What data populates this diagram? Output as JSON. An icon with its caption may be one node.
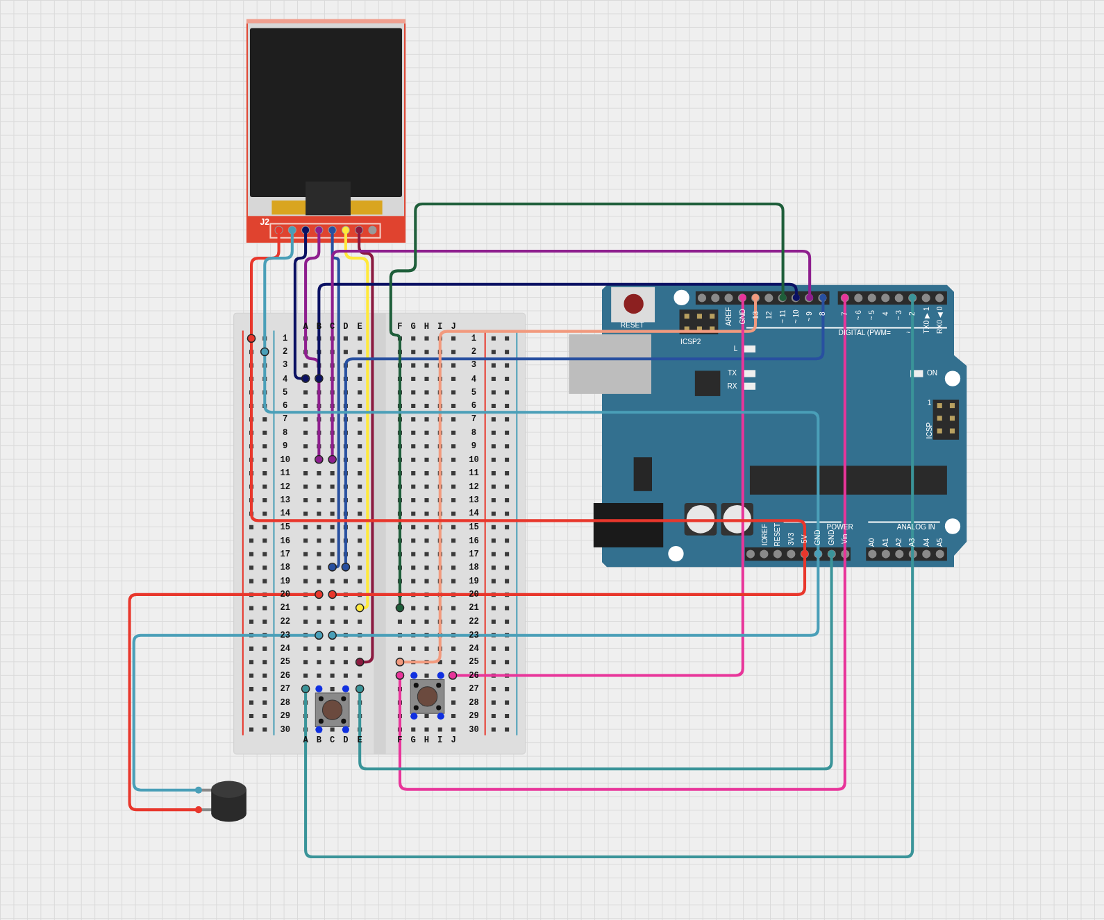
{
  "diagram": {
    "nodes": [
      {
        "text": [
          "J2"
        ]
      },
      {
        "text": [
          "A",
          "B",
          "C",
          "D",
          "E",
          "F",
          "G",
          "H",
          "I",
          "J",
          "1",
          "1",
          "2",
          "2",
          "3",
          "3",
          "4",
          "4",
          "5",
          "5",
          "6",
          "6",
          "7",
          "7",
          "8",
          "8",
          "9",
          "9",
          "10",
          "10",
          "11",
          "11",
          "12",
          "12",
          "13",
          "13",
          "14",
          "14",
          "15",
          "15",
          "16",
          "16",
          "17",
          "17",
          "18",
          "18",
          "19",
          "19",
          "20",
          "20",
          "21",
          "21",
          "22",
          "22",
          "23",
          "23",
          "24",
          "24",
          "25",
          "25",
          "26",
          "26",
          "27",
          "27",
          "28",
          "28",
          "29",
          "29",
          "30",
          "30",
          "A",
          "B",
          "C",
          "D",
          "E",
          "F",
          "G",
          "H",
          "I",
          "J"
        ]
      },
      {
        "text": [],
        "shape": "circle",
        "in": 1
      },
      {
        "text": [],
        "shape": "circle",
        "in": 1
      },
      {
        "text": [],
        "shape": "circle",
        "in": 1
      },
      {
        "text": [],
        "shape": "circle",
        "in": 1
      },
      {
        "text": [],
        "shape": "circle",
        "in": 1
      },
      {
        "text": [],
        "shape": "circle",
        "in": 1
      },
      {
        "text": [],
        "shape": "circle",
        "in": 1
      },
      {
        "text": [],
        "shape": "circle",
        "in": 1
      },
      {
        "text": [],
        "shape": "circle",
        "in": 1
      },
      {
        "text": [],
        "shape": "circle",
        "in": 1
      },
      {
        "text": [],
        "shape": "circle",
        "in": 1
      },
      {
        "text": [],
        "shape": "circle",
        "in": 1
      },
      {
        "text": [],
        "shape": "circle",
        "in": 1
      },
      {
        "text": [],
        "shape": "circle",
        "in": 1
      },
      {
        "text": [],
        "shape": "circle",
        "in": 1
      },
      {
        "text": [],
        "shape": "circle",
        "in": 1
      },
      {
        "text": [],
        "shape": "circle",
        "in": 1
      },
      {
        "text": [],
        "shape": "circle",
        "in": 1
      },
      {
        "text": [],
        "shape": "circle",
        "in": 1
      },
      {
        "text": [],
        "shape": "circle",
        "in": 1
      },
      {
        "text": [],
        "shape": "box",
        "in": 1
      },
      {
        "text": [],
        "shape": "box",
        "in": 1
      },
      {
        "text": [
          "RESET",
          "AREF",
          "GND",
          "13",
          "12",
          "~ 11",
          "~ 10",
          "~ 9",
          "8",
          "7",
          "~ 6",
          "~ 5",
          "4",
          "~ 3",
          "2",
          "TX0 ▶ 1",
          "RX0 ◀ 0",
          "DIGITAL (PWM=",
          "~",
          "ICSP2",
          "L",
          "TX",
          "RX",
          "ON",
          "1",
          "ICSP",
          "IOREF",
          "RESET",
          "3V3",
          "5V",
          "GND",
          "GND",
          "Vin",
          "POWER",
          "ANALOG IN",
          "A0",
          "A1",
          "A2",
          "A3",
          "A4",
          "A5"
        ]
      },
      {
        "text": [],
        "shape": "cylinder"
      }
    ],
    "edges": [
      {
        "from": 0,
        "to": 2,
        "arrow": "other",
        "color": "#e8372c"
      },
      {
        "from": 0,
        "to": 3,
        "arrow": "other",
        "color": "#4a9fb8"
      },
      {
        "from": 0,
        "to": 4,
        "arrow": "other",
        "color": "#0b1163"
      },
      {
        "from": 0,
        "to": 6,
        "arrow": "other",
        "color": "#8e1f8e"
      },
      {
        "from": 0,
        "to": 8,
        "arrow": "other",
        "color": "#2850a0"
      },
      {
        "from": 0,
        "to": 12,
        "arrow": "other",
        "color": "#ffe93b"
      },
      {
        "from": 0,
        "to": 16,
        "arrow": "other",
        "color": "#8b1a40"
      },
      {
        "from": 5,
        "to": 24,
        "arrow": "other",
        "color": "#0b1163"
      },
      {
        "from": 7,
        "to": 24,
        "arrow": "other",
        "color": "#8e1f8e"
      },
      {
        "from": 9,
        "to": 24,
        "arrow": "other",
        "color": "#2850a0"
      },
      {
        "from": 13,
        "to": 24,
        "arrow": "other",
        "color": "#1e5e3a"
      },
      {
        "from": 17,
        "to": 24,
        "arrow": "other",
        "color": "#f29a7e"
      },
      {
        "from": 19,
        "to": 24,
        "arrow": "other",
        "color": "#e8359a"
      },
      {
        "from": 18,
        "to": 24,
        "arrow": "other",
        "color": "#e8359a"
      },
      {
        "from": 2,
        "to": 24,
        "arrow": "other",
        "color": "#e8372c"
      },
      {
        "from": 3,
        "to": 24,
        "arrow": "other",
        "color": "#4a9fb8"
      },
      {
        "from": 10,
        "to": 25,
        "arrow": "other",
        "color": "#e8372c"
      },
      {
        "from": 11,
        "to": 24,
        "arrow": "other",
        "color": "#e8372c"
      },
      {
        "from": 14,
        "to": 25,
        "arrow": "other",
        "color": "#4a9fb8"
      },
      {
        "from": 15,
        "to": 24,
        "arrow": "other",
        "color": "#4a9fb8"
      },
      {
        "from": 20,
        "to": 24,
        "arrow": "other",
        "color": "#3a9499"
      },
      {
        "from": 21,
        "to": 24,
        "arrow": "other",
        "color": "#3a9499"
      }
    ]
  }
}
